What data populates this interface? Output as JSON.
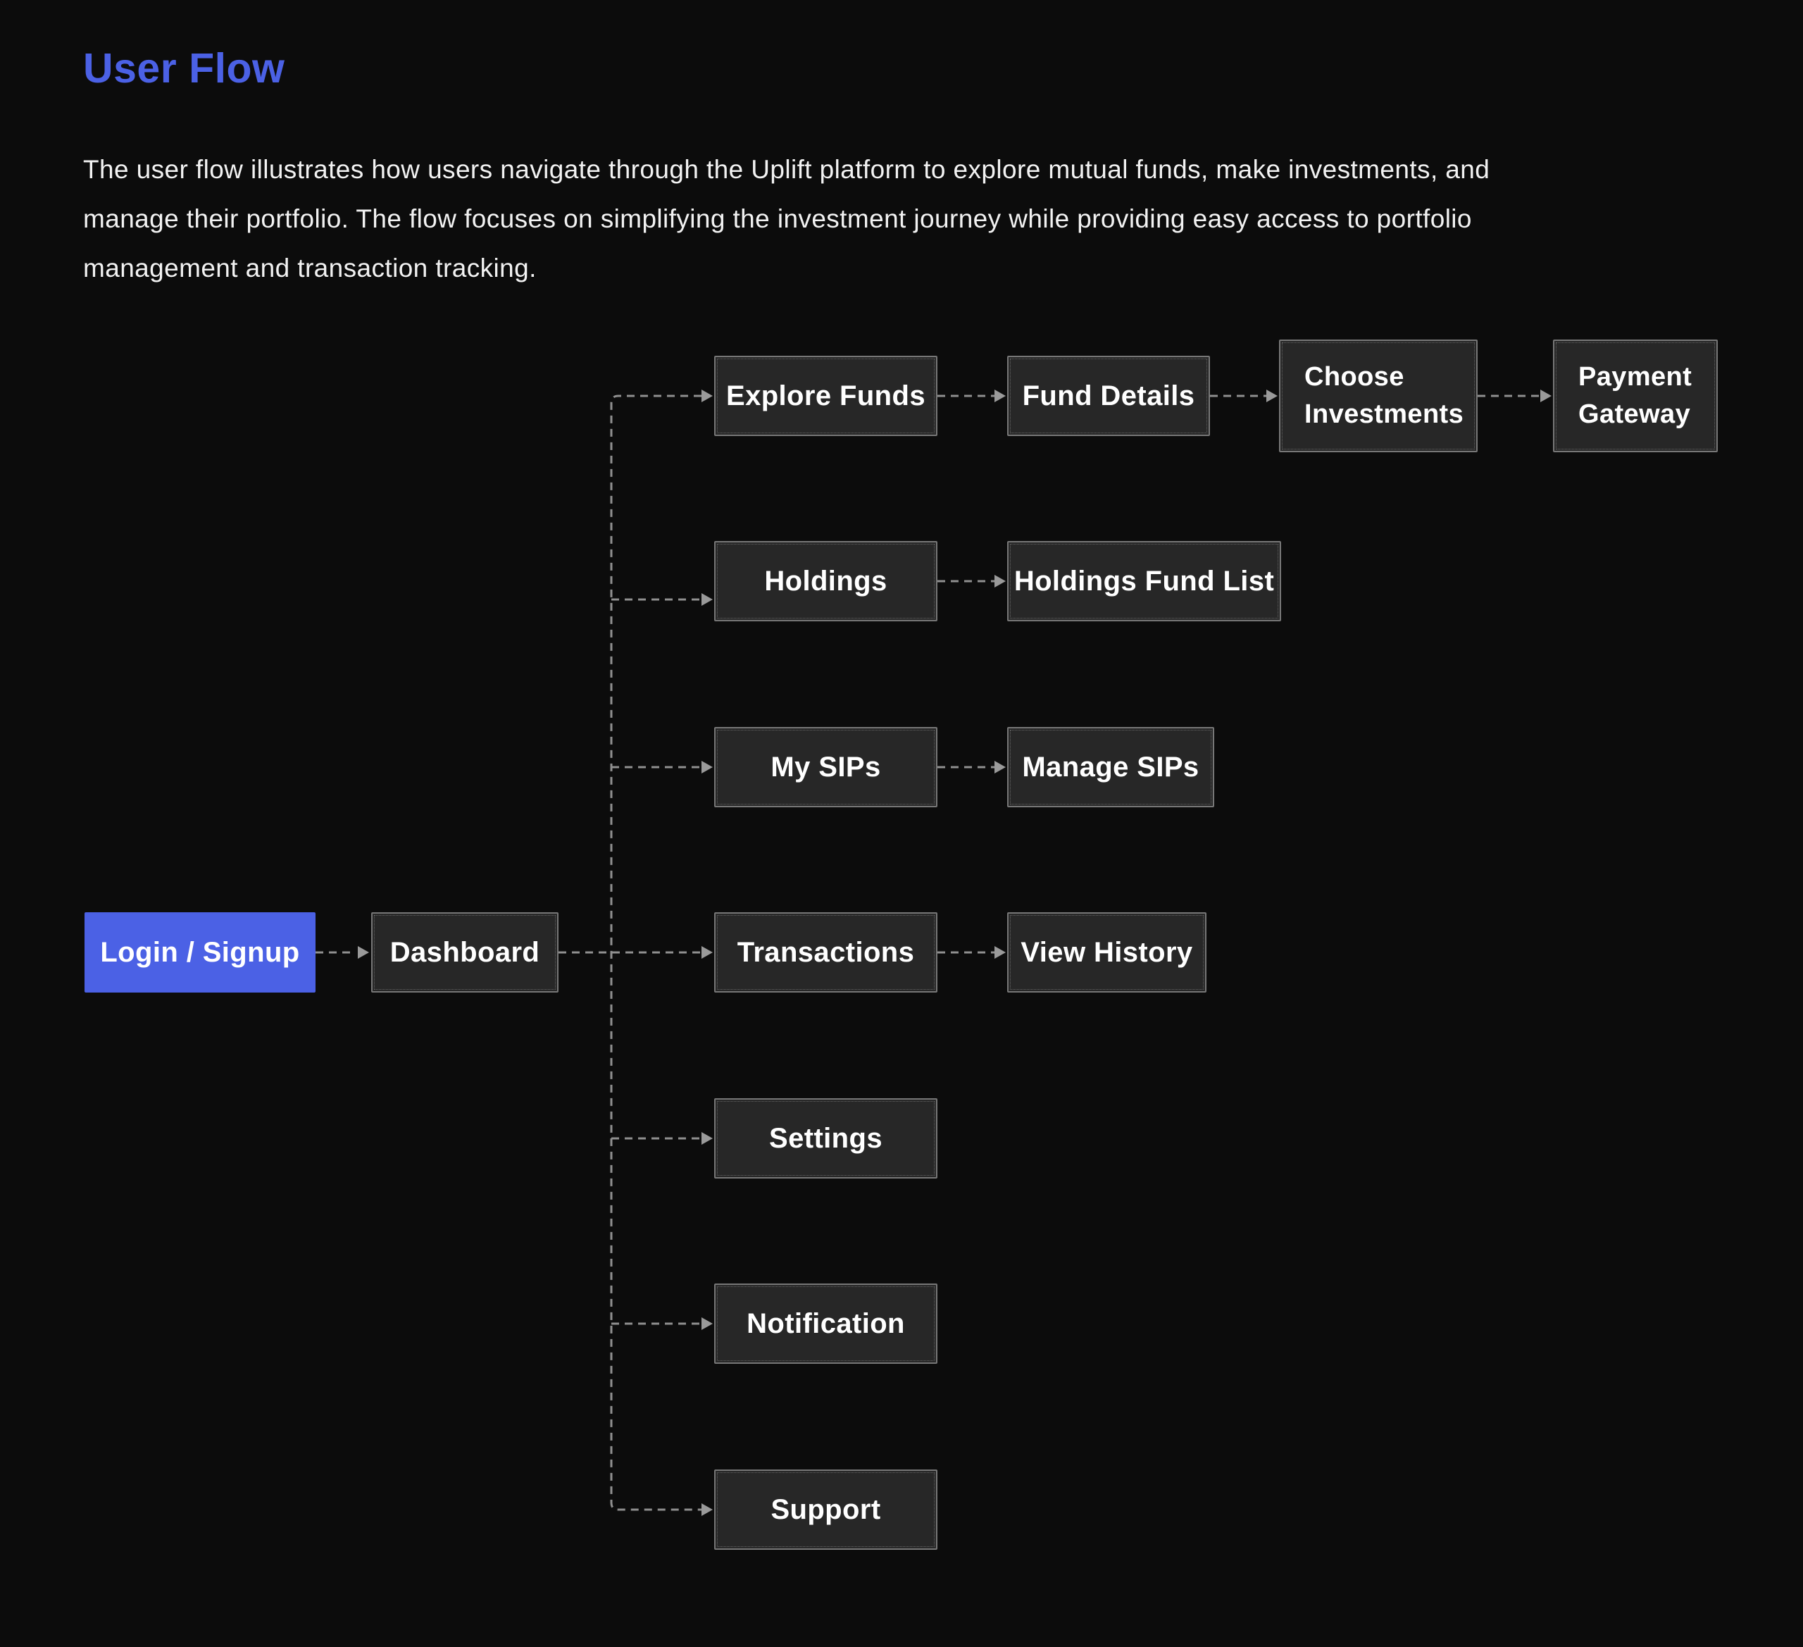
{
  "page": {
    "title": "User Flow",
    "description_lines": [
      "The user flow illustrates how users navigate through the Uplift platform to explore mutual funds, make investments, and",
      "manage their portfolio. The flow focuses on simplifying the investment journey while providing easy access to portfolio",
      "management and transaction tracking."
    ]
  },
  "colors": {
    "background": "#0c0c0c",
    "accent_blue": "#4b61e5",
    "node_fill": "#272727",
    "node_border": "#777777",
    "connector_gray": "#909090",
    "text_white": "#ffffff"
  },
  "diagram": {
    "nodes": [
      {
        "id": "login-signup",
        "label": "Login / Signup",
        "style": "primary"
      },
      {
        "id": "dashboard",
        "label": "Dashboard",
        "style": "default"
      },
      {
        "id": "explore-funds",
        "label": "Explore Funds",
        "style": "default"
      },
      {
        "id": "fund-details",
        "label": "Fund Details",
        "style": "default"
      },
      {
        "id": "choose-investments",
        "label": "Choose Investments",
        "style": "default-two-line"
      },
      {
        "id": "payment-gateway",
        "label": "Payment Gateway",
        "style": "default-two-line"
      },
      {
        "id": "holdings",
        "label": "Holdings",
        "style": "default"
      },
      {
        "id": "holdings-fund-list",
        "label": "Holdings Fund List",
        "style": "default"
      },
      {
        "id": "my-sips",
        "label": "My SIPs",
        "style": "default"
      },
      {
        "id": "manage-sips",
        "label": "Manage SIPs",
        "style": "default"
      },
      {
        "id": "transactions",
        "label": "Transactions",
        "style": "default"
      },
      {
        "id": "view-history",
        "label": "View History",
        "style": "default"
      },
      {
        "id": "settings",
        "label": "Settings",
        "style": "default"
      },
      {
        "id": "notification",
        "label": "Notification",
        "style": "default"
      },
      {
        "id": "support",
        "label": "Support",
        "style": "default"
      }
    ],
    "edges": [
      {
        "from": "login-signup",
        "to": "dashboard"
      },
      {
        "from": "dashboard",
        "to": "explore-funds"
      },
      {
        "from": "dashboard",
        "to": "holdings"
      },
      {
        "from": "dashboard",
        "to": "my-sips"
      },
      {
        "from": "dashboard",
        "to": "transactions"
      },
      {
        "from": "dashboard",
        "to": "settings"
      },
      {
        "from": "dashboard",
        "to": "notification"
      },
      {
        "from": "dashboard",
        "to": "support"
      },
      {
        "from": "explore-funds",
        "to": "fund-details"
      },
      {
        "from": "fund-details",
        "to": "choose-investments"
      },
      {
        "from": "choose-investments",
        "to": "payment-gateway"
      },
      {
        "from": "holdings",
        "to": "holdings-fund-list"
      },
      {
        "from": "my-sips",
        "to": "manage-sips"
      },
      {
        "from": "transactions",
        "to": "view-history"
      }
    ]
  }
}
